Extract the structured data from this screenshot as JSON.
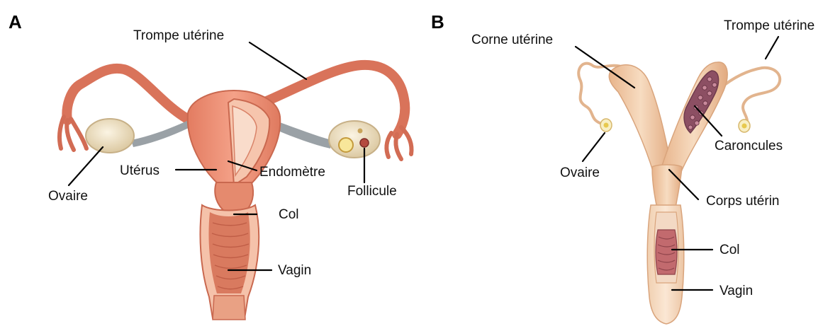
{
  "panels": [
    {
      "letter": "A",
      "labels": {
        "trompe": "Trompe utérine",
        "ovaire": "Ovaire",
        "uterus": "Utérus",
        "endometre": "Endomètre",
        "follicule": "Follicule",
        "col": "Col",
        "vagin": "Vagin"
      }
    },
    {
      "letter": "B",
      "labels": {
        "corne": "Corne utérine",
        "trompe": "Trompe utérine",
        "caroncules": "Caroncules",
        "ovaire": "Ovaire",
        "corps": "Corps utérin",
        "col": "Col",
        "vagin": "Vagin"
      }
    }
  ],
  "colors": {
    "human_tissue": "#e58a6e",
    "human_tissue_dark": "#c9684f",
    "human_inner": "#f3c3ac",
    "ovary": "#efe2c6",
    "ligament": "#9aa1a6",
    "animal_tissue": "#f1c9a4",
    "animal_tissue_dark": "#d9a47c",
    "caruncle": "#9a5a6a",
    "cervix": "#c26a6e"
  }
}
